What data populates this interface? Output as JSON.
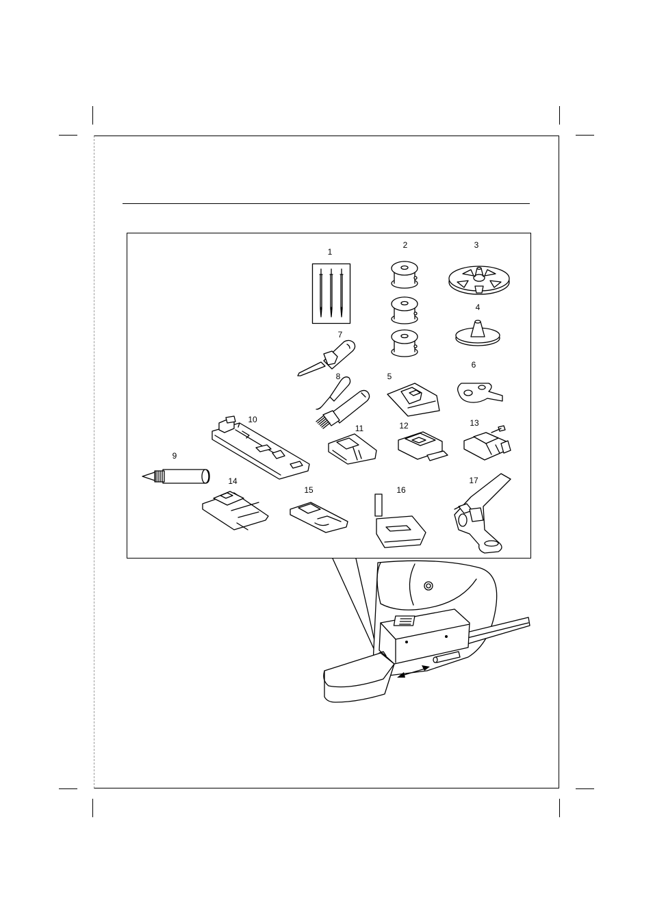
{
  "accessories": {
    "items": [
      {
        "number": "1",
        "icon": "needles-icon"
      },
      {
        "number": "2",
        "icon": "bobbins-icon"
      },
      {
        "number": "3",
        "icon": "spool-cap-large-icon"
      },
      {
        "number": "4",
        "icon": "spool-cap-small-icon"
      },
      {
        "number": "5",
        "icon": "zipper-foot-icon"
      },
      {
        "number": "6",
        "icon": "tool-key-icon"
      },
      {
        "number": "7",
        "icon": "screwdriver-icon"
      },
      {
        "number": "8",
        "icon": "seam-ripper-brush-icon"
      },
      {
        "number": "9",
        "icon": "spool-pin-icon"
      },
      {
        "number": "10",
        "icon": "buttonhole-foot-icon"
      },
      {
        "number": "11",
        "icon": "overcasting-foot-icon"
      },
      {
        "number": "12",
        "icon": "satin-stitch-foot-icon"
      },
      {
        "number": "13",
        "icon": "button-sewing-foot-icon"
      },
      {
        "number": "14",
        "icon": "general-purpose-foot-icon"
      },
      {
        "number": "15",
        "icon": "hemmer-foot-icon"
      },
      {
        "number": "16",
        "icon": "blind-hem-foot-icon"
      },
      {
        "number": "17",
        "icon": "darning-foot-icon"
      }
    ]
  },
  "machine_detail": {
    "icon": "accessory-storage-box-icon",
    "arrow_icon": "double-arrow-icon"
  }
}
